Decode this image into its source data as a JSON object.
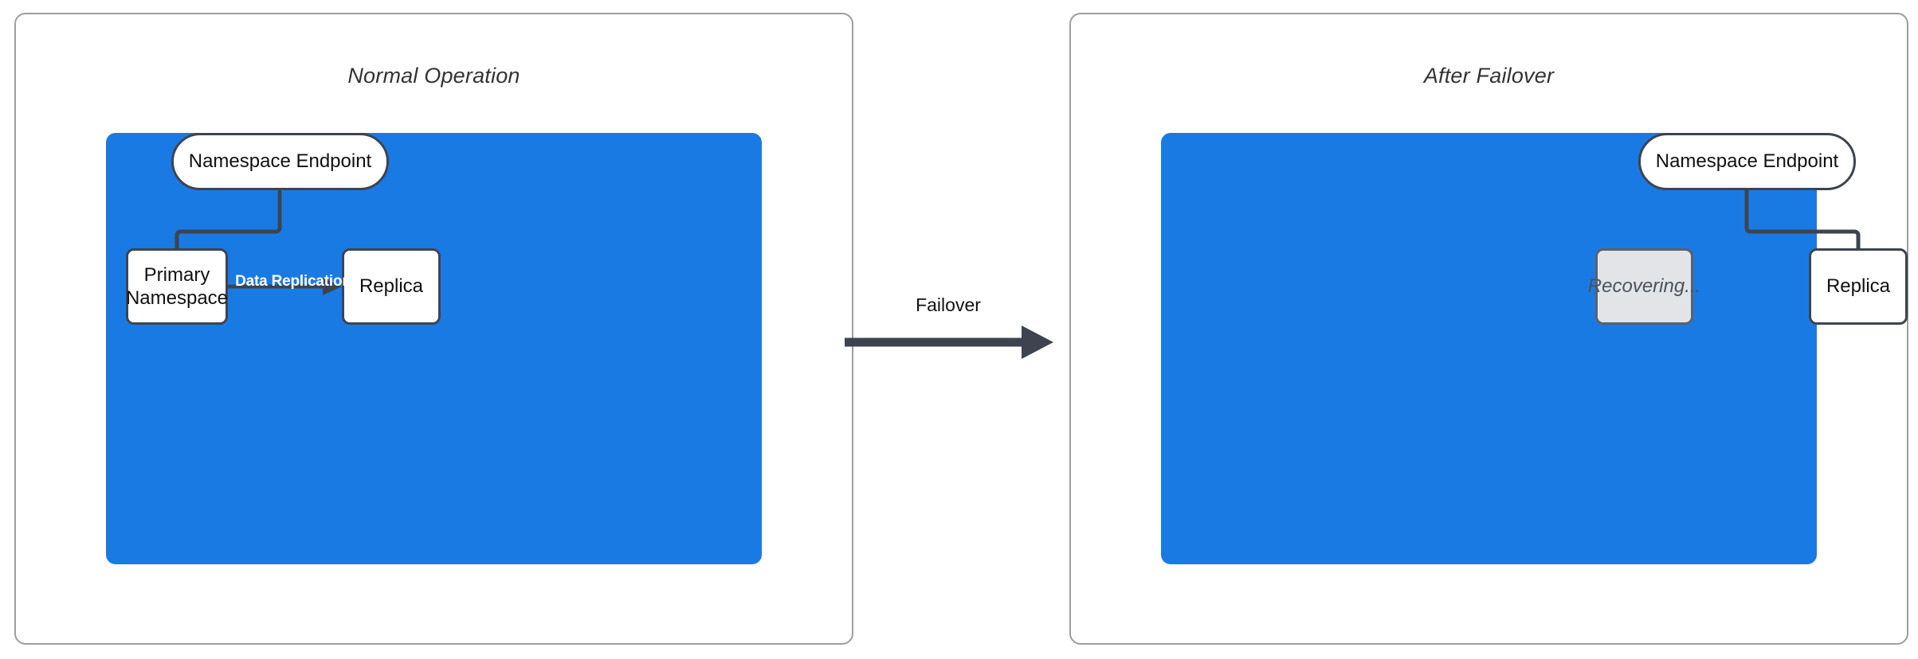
{
  "diagram": {
    "type": "failover-architecture-diagram",
    "colors": {
      "cluster_blue": "#1a7ae4",
      "node_border": "#3d4450",
      "node_fill": "#ffffff",
      "muted_fill": "#e2e4e7",
      "panel_border": "#9e9e9e",
      "label_white": "#ffffff",
      "text_dark": "#111111"
    },
    "panels": [
      {
        "id": "normal",
        "title": "Normal Operation",
        "cluster": {
          "nodes": [
            {
              "id": "endpoint-a",
              "label": "Namespace Endpoint",
              "shape": "pill",
              "state": "active"
            },
            {
              "id": "primary",
              "label": "Primary\nNamespace",
              "line1": "Primary",
              "line2": "Namespace",
              "shape": "box",
              "state": "active"
            },
            {
              "id": "replica-a",
              "label": "Replica",
              "shape": "box",
              "state": "active"
            }
          ],
          "edges": [
            {
              "from": "endpoint-a",
              "to": "primary",
              "label": "",
              "style": "elbow-left-down"
            },
            {
              "from": "primary",
              "to": "replica-a",
              "label": "Data Replication",
              "style": "straight-right"
            }
          ]
        }
      },
      {
        "id": "failover",
        "title": "After Failover",
        "cluster": {
          "nodes": [
            {
              "id": "endpoint-b",
              "label": "Namespace Endpoint",
              "shape": "pill",
              "state": "active"
            },
            {
              "id": "recovering",
              "label": "Recovering...",
              "shape": "box",
              "state": "recovering"
            },
            {
              "id": "replica-b",
              "label": "Replica",
              "shape": "box",
              "state": "active"
            }
          ],
          "edges": [
            {
              "from": "endpoint-b",
              "to": "replica-b",
              "label": "",
              "style": "elbow-right-down"
            }
          ]
        }
      }
    ],
    "transition": {
      "label": "Failover",
      "direction": "left-to-right",
      "from_panel": "normal",
      "to_panel": "failover"
    }
  }
}
